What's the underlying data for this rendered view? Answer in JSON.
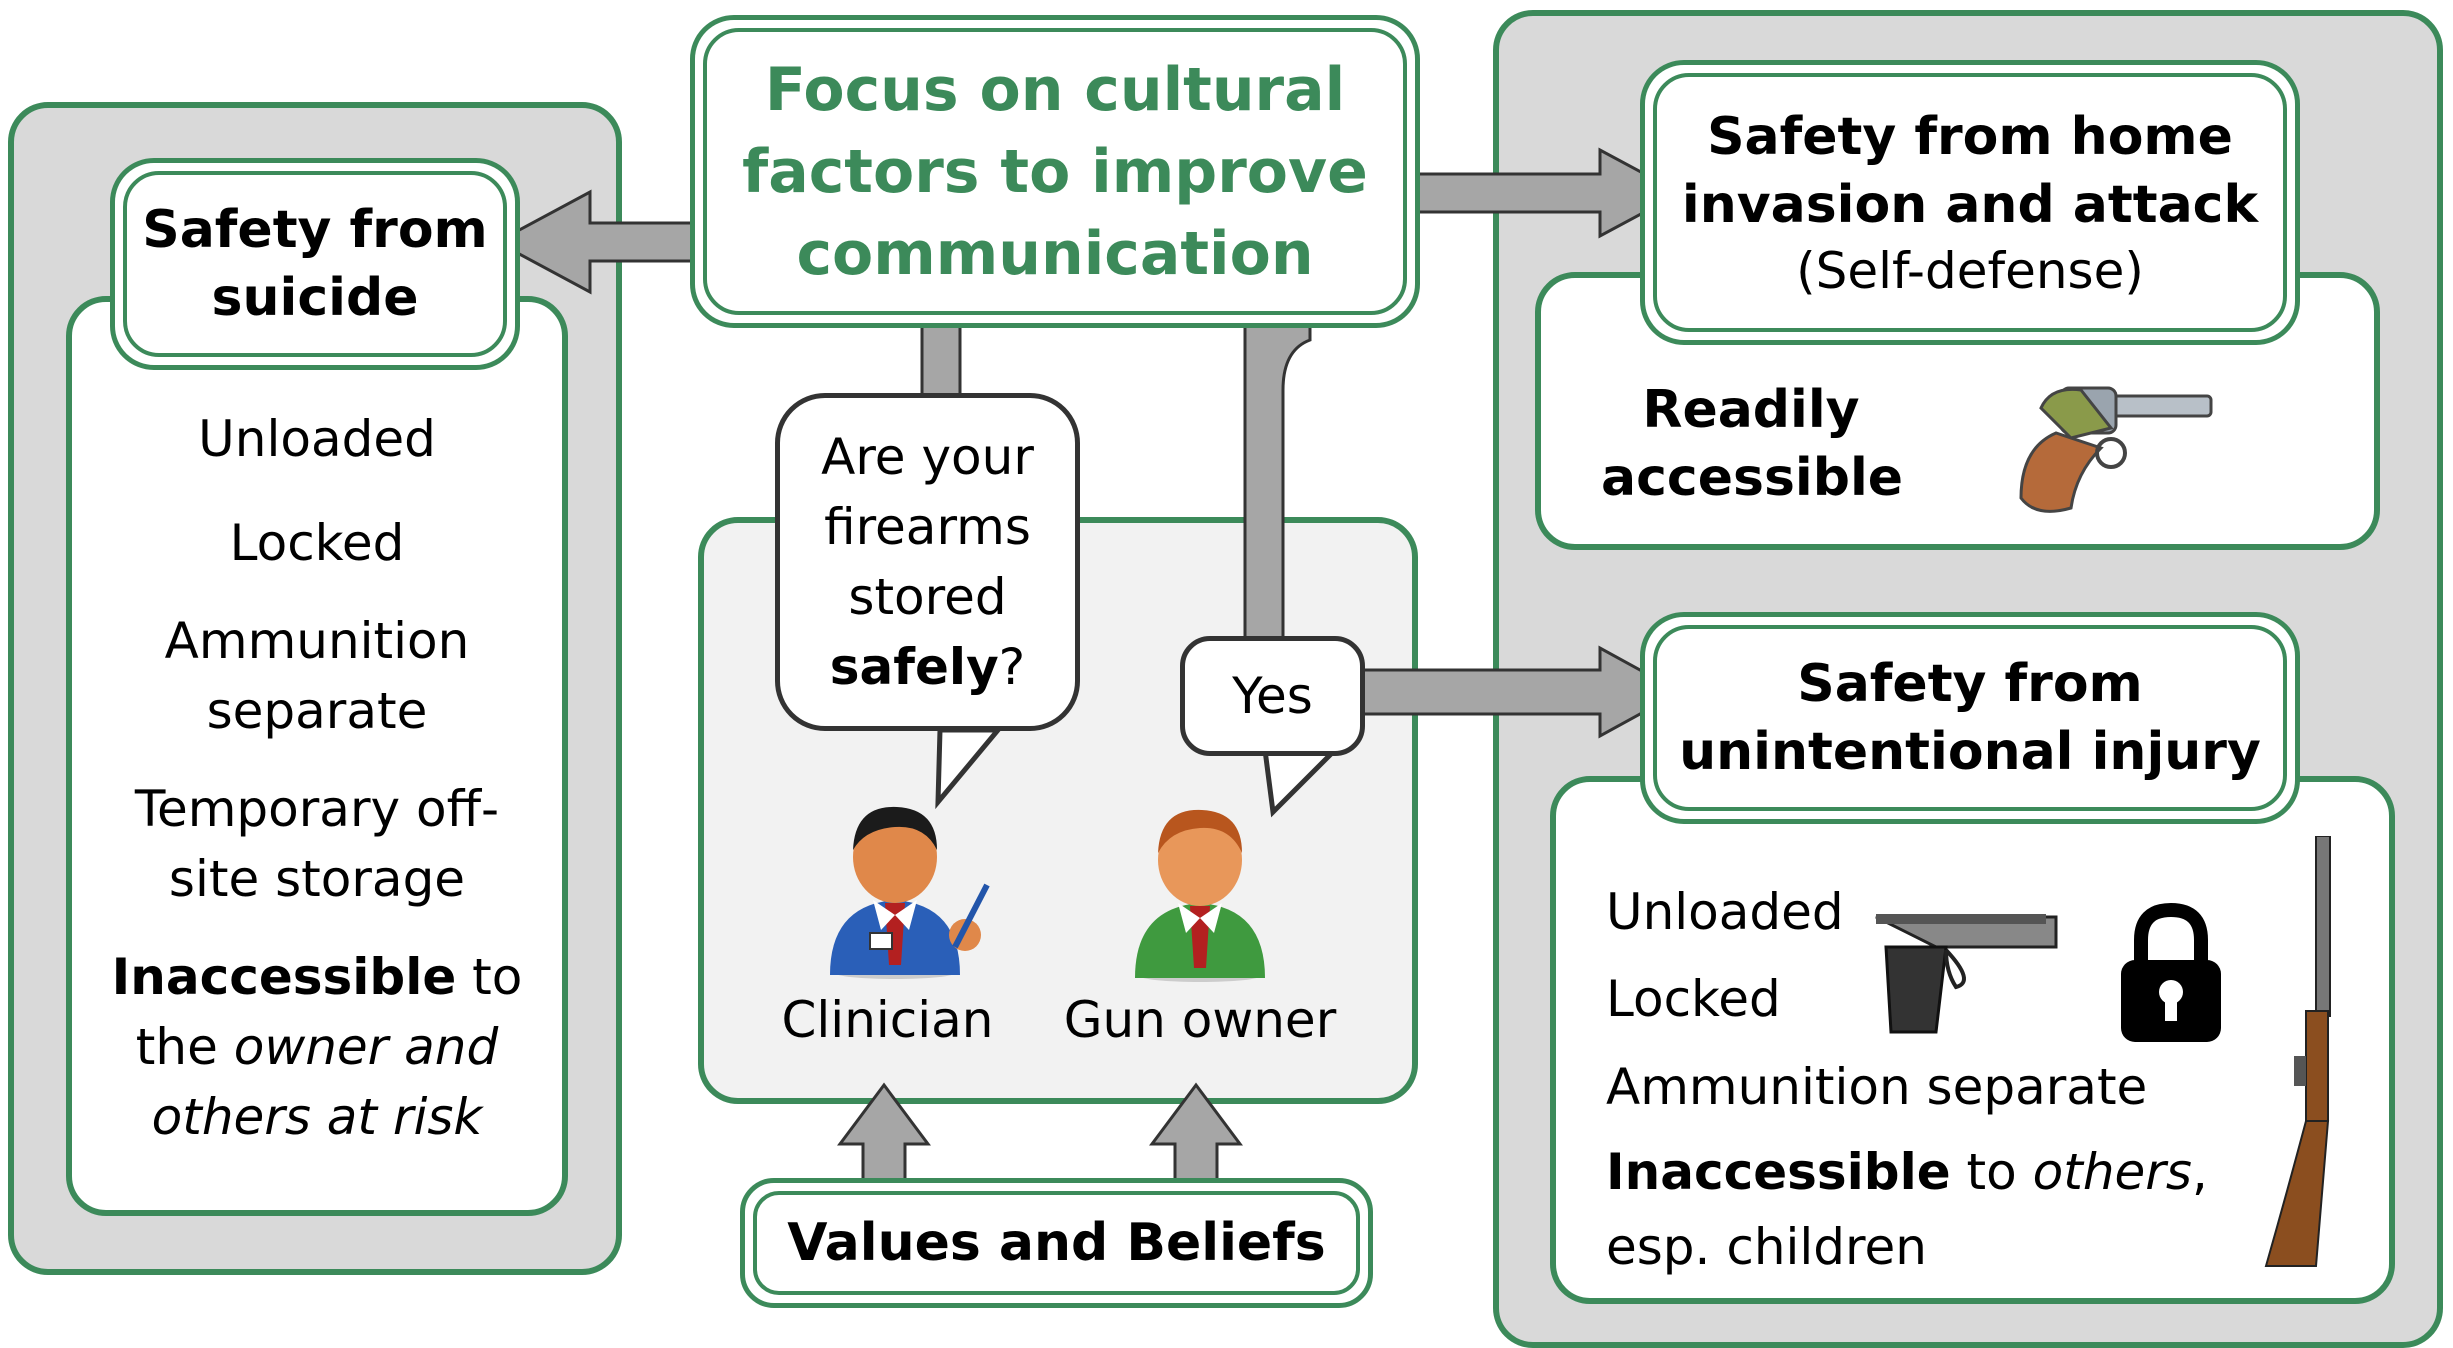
{
  "center": {
    "title_lines": [
      "Focus on cultural",
      "factors to improve",
      "communication"
    ]
  },
  "left": {
    "title_lines": [
      "Safety from",
      "suicide"
    ],
    "items": [
      "Unloaded",
      "Locked",
      "Ammunition",
      "separate",
      "Temporary off-",
      "site storage"
    ],
    "inaccessible_bold": "Inaccessible",
    "inaccessible_rest": " to",
    "line_the": "the ",
    "line_owner_italic": "owner and",
    "line_others_italic": "others at risk"
  },
  "right_top": {
    "title_lines": [
      "Safety from home",
      "invasion and attack"
    ],
    "subtitle": "(Self-defense)",
    "body_lines": [
      "Readily",
      "accessible"
    ],
    "icon": "revolver-icon"
  },
  "right_bottom": {
    "title_lines": [
      "Safety from",
      "unintentional injury"
    ],
    "items": [
      "Unloaded",
      "Locked",
      "Ammunition separate"
    ],
    "inaccessible_bold": "Inaccessible",
    "inaccessible_mid": " to ",
    "inaccessible_italic": "others",
    "inaccessible_end": ",",
    "last_line": "esp. children",
    "icons": [
      "pistol-icon",
      "padlock-icon",
      "rifle-icon"
    ]
  },
  "dialog": {
    "question_lines": [
      "Are your",
      "firearms",
      "stored"
    ],
    "question_bold": "safely",
    "question_end": "?",
    "answer": "Yes",
    "clinician_label": "Clinician",
    "owner_label": "Gun owner"
  },
  "bottom": {
    "label": "Values and Beliefs"
  },
  "colors": {
    "accent_green": "#3c8a5a",
    "panel_gray": "#d9d9d9",
    "inner_gray": "#f2f2f2",
    "arrow_gray": "#a6a6a6"
  }
}
